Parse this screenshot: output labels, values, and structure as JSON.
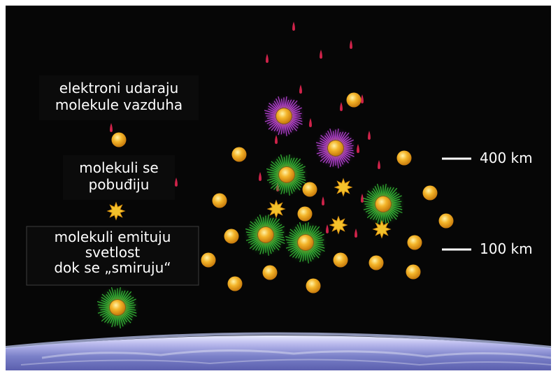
{
  "labels": {
    "electrons_hit": [
      "elektroni udaraju",
      "molekule vazduha"
    ],
    "molecules_excited": [
      "molekuli se",
      "pobuđiju"
    ],
    "molecules_emit": [
      "molekuli emituju",
      "svetlost",
      "dok se „smiruju“"
    ]
  },
  "scale": {
    "km400": "400 km",
    "km100": "100 km"
  },
  "colors": {
    "space": "#060606",
    "border": "#ffffff",
    "molecule": "#e8a21a",
    "excited": "#f5c331",
    "green_emission": "#2fb12e",
    "purple_emission": "#b03ad0",
    "electron": "#d0234a"
  }
}
